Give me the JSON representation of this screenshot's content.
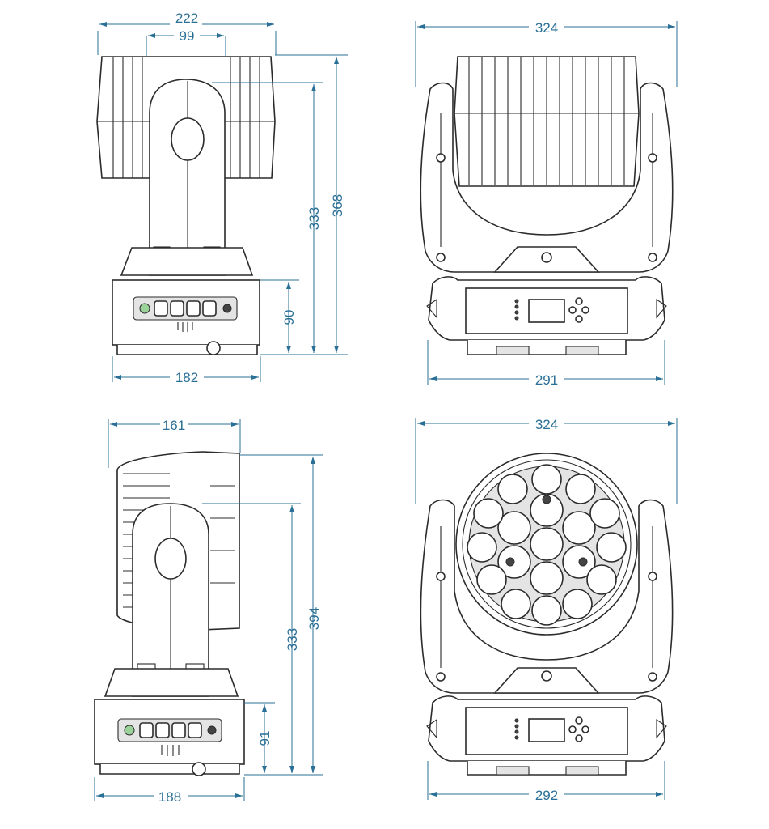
{
  "views": [
    {
      "name": "side-view-folded",
      "dimensions": {
        "top_width": "222",
        "top_inner": "99",
        "height_head": "333",
        "height_total": "368",
        "base_height": "90",
        "base_width": "182"
      }
    },
    {
      "name": "front-view-folded",
      "dimensions": {
        "top_width": "324",
        "base_width": "291"
      }
    },
    {
      "name": "side-view-tilted",
      "dimensions": {
        "top_width": "161",
        "height_head": "333",
        "height_total": "394",
        "base_height": "91",
        "base_width": "188"
      }
    },
    {
      "name": "front-view-lens",
      "dimensions": {
        "top_width": "324",
        "base_width": "292"
      }
    }
  ],
  "colors": {
    "dimension": "#2a6f96",
    "outline": "#2b2b2b"
  }
}
